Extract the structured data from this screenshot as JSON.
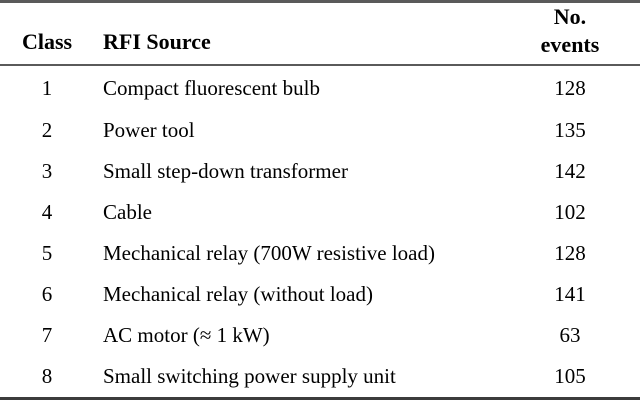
{
  "table": {
    "name": "rfi-source-event-counts",
    "columns": [
      {
        "key": "class",
        "label": "Class",
        "align": "center"
      },
      {
        "key": "source",
        "label": "RFI Source",
        "align": "left"
      },
      {
        "key": "events",
        "label_line1": "No.",
        "label_line2": "events",
        "align": "center"
      }
    ],
    "rows": [
      {
        "class": "1",
        "source": "Compact fluorescent bulb",
        "events": "128"
      },
      {
        "class": "2",
        "source": "Power tool",
        "events": "135"
      },
      {
        "class": "3",
        "source": "Small step-down transformer",
        "events": "142"
      },
      {
        "class": "4",
        "source": "Cable",
        "events": "102"
      },
      {
        "class": "5",
        "source": "Mechanical relay (700W resistive load)",
        "events": "128"
      },
      {
        "class": "6",
        "source": "Mechanical relay (without load)",
        "events": "141"
      },
      {
        "class": "7",
        "source": "AC motor (≈ 1 kW)",
        "events": "63"
      },
      {
        "class": "8",
        "source": "Small switching power supply unit",
        "events": "105"
      }
    ]
  },
  "style": {
    "background": "#ffffff",
    "text_color": "#000000",
    "rule_color": "#5a5a5a"
  }
}
